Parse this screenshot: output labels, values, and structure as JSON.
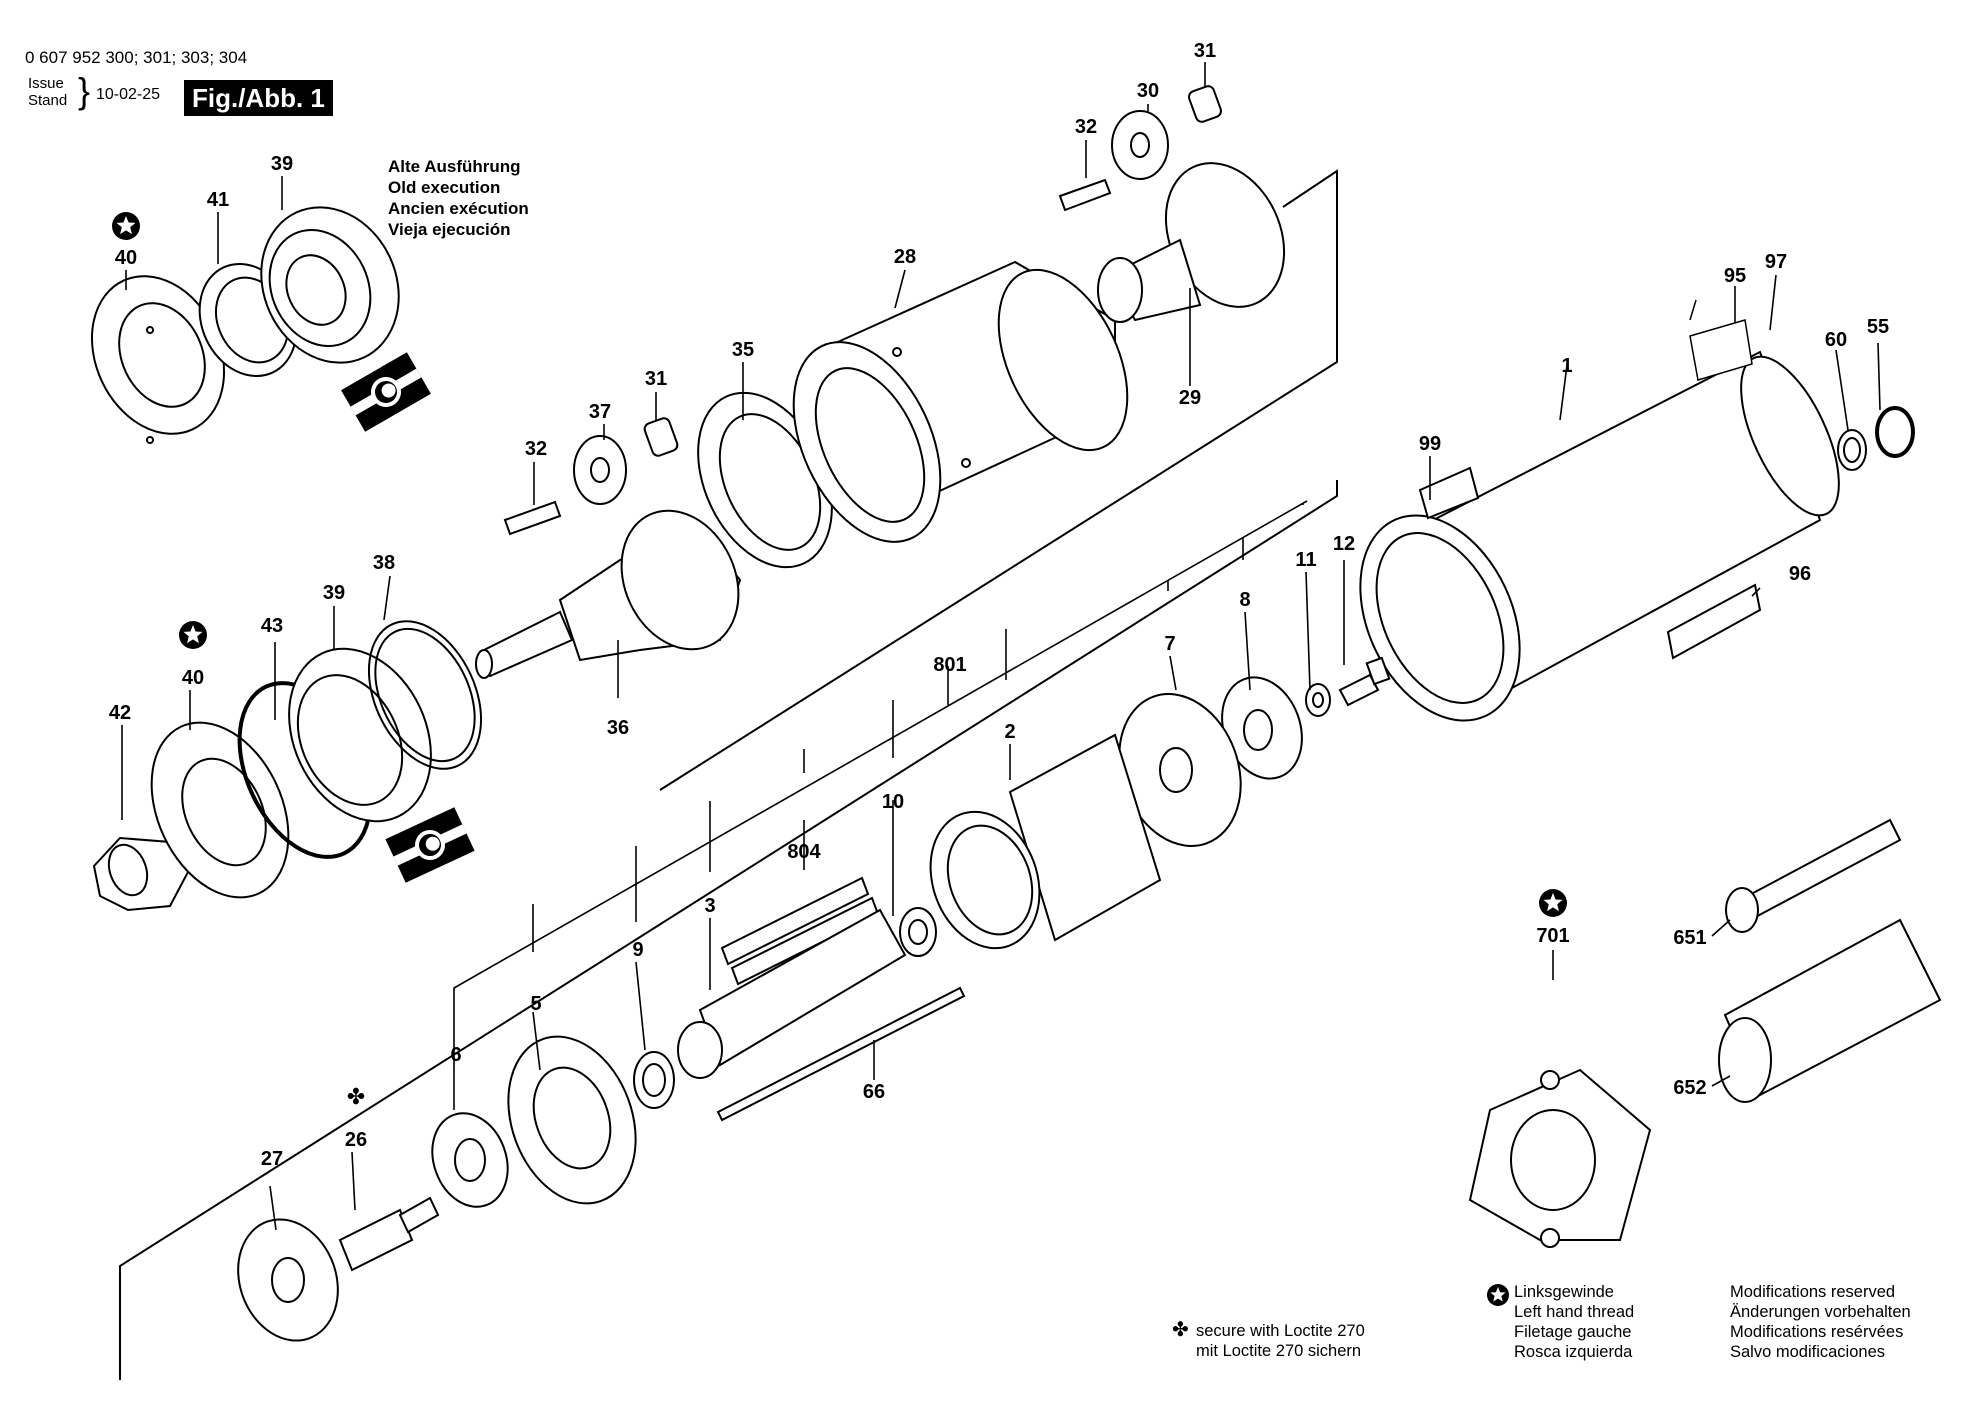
{
  "header": {
    "part_numbers": "0 607 952 300; 301; 303; 304",
    "issue_label": "Issue",
    "stand_label": "Stand",
    "date": "10-02-25",
    "figure_label": "Fig./Abb. 1"
  },
  "old_execution": [
    "Alte Ausführung",
    "Old execution",
    "Ancien exécution",
    "Vieja ejecución"
  ],
  "callouts": [
    "31",
    "30",
    "32",
    "28",
    "29",
    "39",
    "41",
    "40",
    "35",
    "31",
    "37",
    "32",
    "1",
    "95",
    "97",
    "60",
    "55",
    "99",
    "12",
    "11",
    "8",
    "7",
    "36",
    "38",
    "39",
    "43",
    "40",
    "42",
    "801",
    "2",
    "96",
    "10",
    "804",
    "3",
    "9",
    "5",
    "6",
    "66",
    "26",
    "27",
    "701",
    "651",
    "652"
  ],
  "legend": {
    "loctite": [
      "secure with Loctite 270",
      "mit Loctite 270 sichern"
    ],
    "left_hand_thread": [
      "Linksgewinde",
      "Left hand thread",
      "Filetage gauche",
      "Rosca izquierda"
    ],
    "modifications": [
      "Modifications reserved",
      "Änderungen vorbehalten",
      "Modifications resérvées",
      "Salvo modificaciones"
    ]
  },
  "icons": [
    "left-hand-thread-star-icon",
    "loctite-club-icon",
    "bearing-symbol-icon"
  ]
}
